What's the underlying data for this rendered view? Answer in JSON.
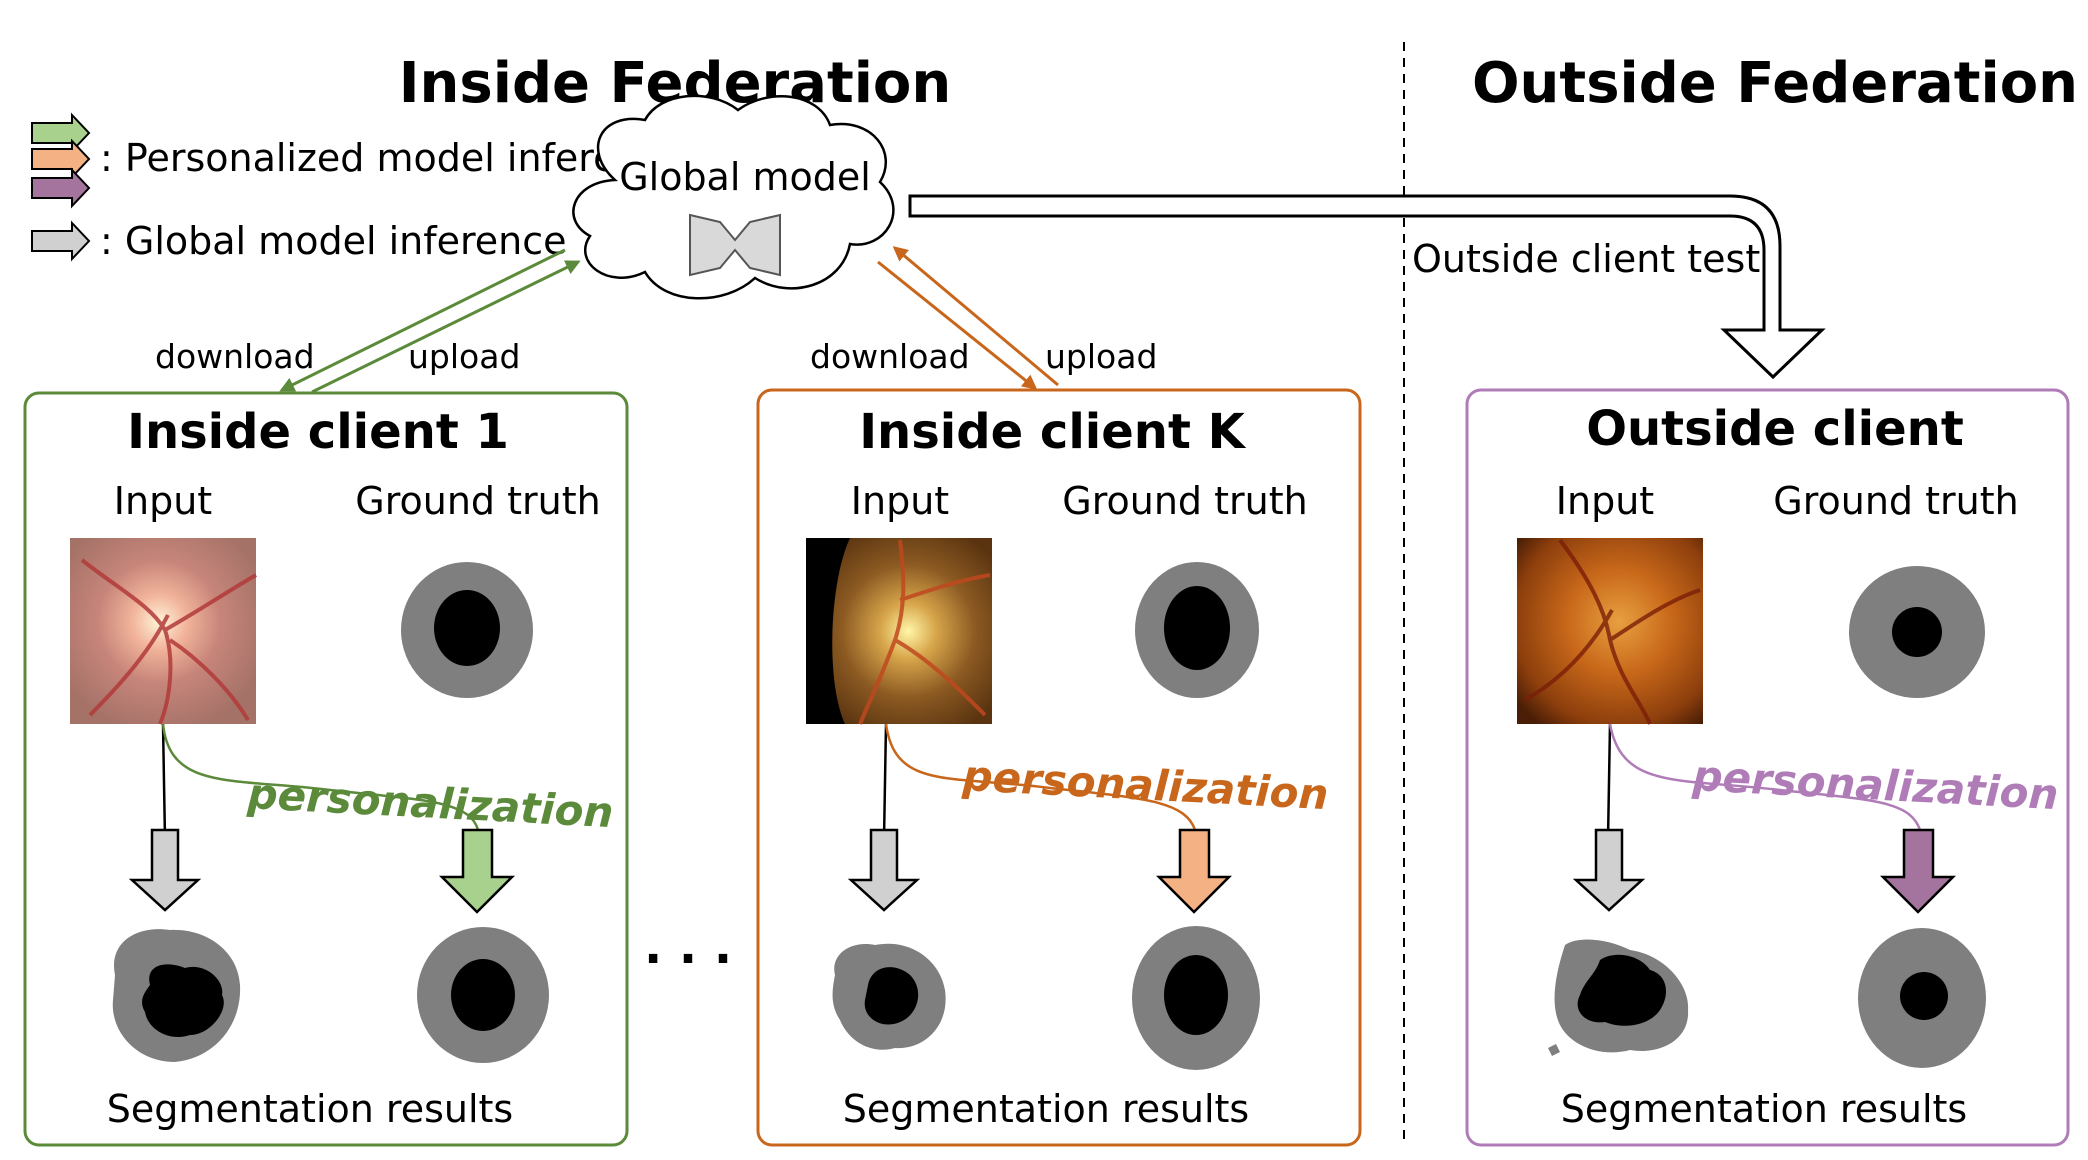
{
  "headers": {
    "inside": "Inside  Federation",
    "outside": "Outside  Federation"
  },
  "legend": {
    "personalized": ": Personalized model inference",
    "global": ": Global model inference"
  },
  "global_model": "Global model",
  "outside_test": "Outside client test",
  "transfer": {
    "download": "download",
    "upload": "upload"
  },
  "ellipsis": "· · ·",
  "clients": [
    {
      "title": "Inside client 1",
      "input": "Input",
      "gt": "Ground truth",
      "pers": "personalization",
      "results": "Segmentation results"
    },
    {
      "title": "Inside client K",
      "input": "Input",
      "gt": "Ground truth",
      "pers": "personalization",
      "results": "Segmentation results"
    },
    {
      "title": "Outside client",
      "input": "Input",
      "gt": "Ground truth",
      "pers": "personalization",
      "results": "Segmentation results"
    }
  ],
  "colors": {
    "client1": "#5b8a3a",
    "clientK": "#c8661c",
    "outside": "#b07cb8",
    "green_fill": "#a9d18e",
    "orange_fill": "#f4b183",
    "purple_fill": "#a4749f",
    "gray_fill": "#d0d0d0",
    "mask_gray": "#7f7f7f"
  }
}
